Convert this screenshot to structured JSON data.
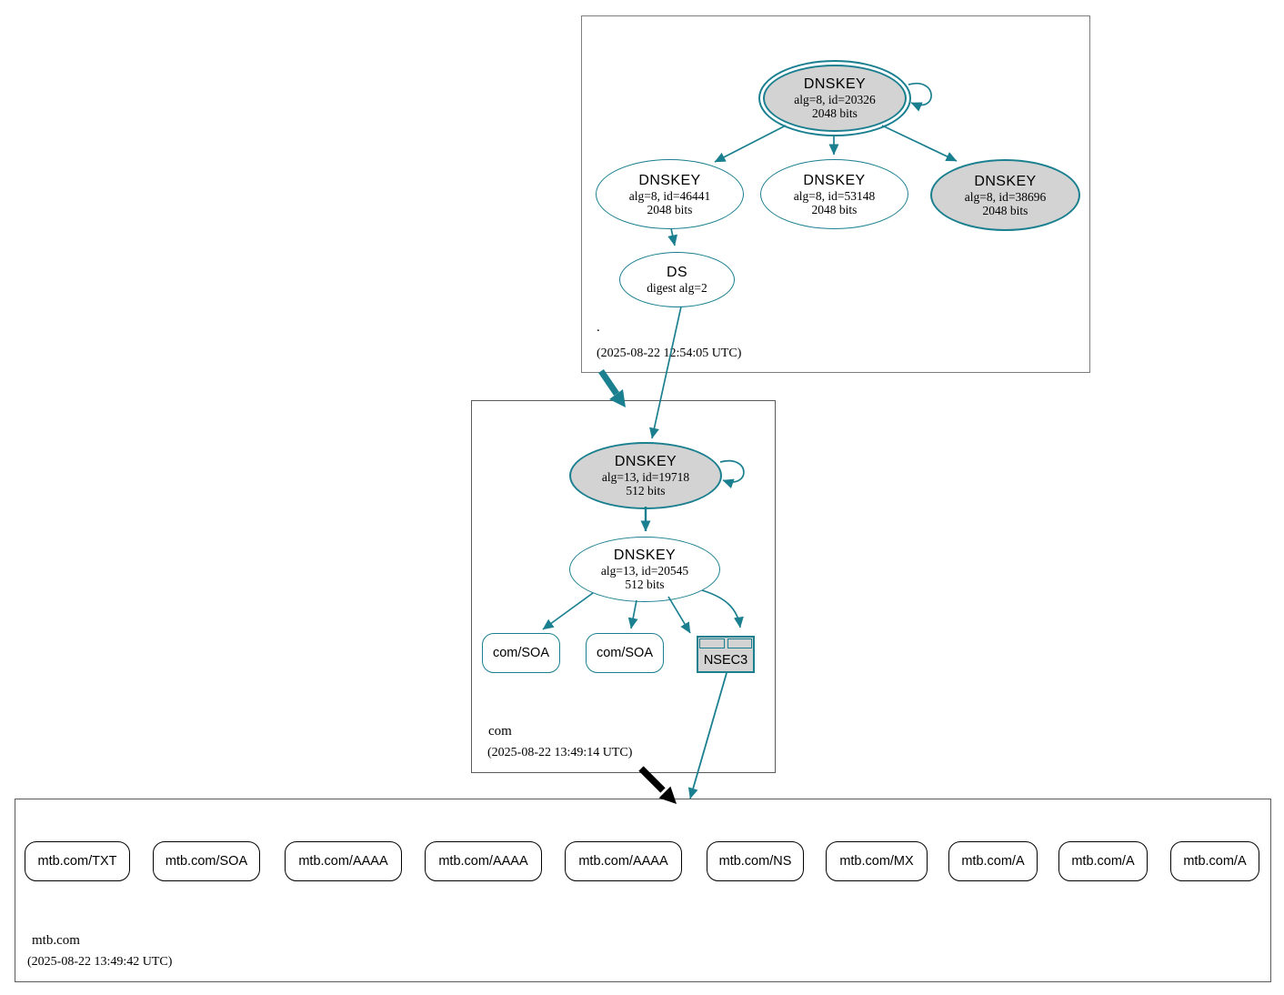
{
  "diagram_type": "dnssec-authentication-chain",
  "colors": {
    "secure_teal": "#1a7f8f",
    "insecure_black": "#000000",
    "node_fill_gray": "#d3d3d3",
    "zone_box_border": "#7d7d7d",
    "background": "#ffffff"
  },
  "root_zone": {
    "label": ".",
    "timestamp": "(2025-08-22 12:54:05 UTC)",
    "ksk": {
      "title": "DNSKEY",
      "detail": "alg=8, id=20326",
      "bits": "2048 bits"
    },
    "zsk1": {
      "title": "DNSKEY",
      "detail": "alg=8, id=46441",
      "bits": "2048 bits"
    },
    "zsk2": {
      "title": "DNSKEY",
      "detail": "alg=8, id=53148",
      "bits": "2048 bits"
    },
    "zsk3": {
      "title": "DNSKEY",
      "detail": "alg=8, id=38696",
      "bits": "2048 bits"
    },
    "ds": {
      "title": "DS",
      "detail": "digest alg=2"
    }
  },
  "com_zone": {
    "label": "com",
    "timestamp": "(2025-08-22 13:49:14 UTC)",
    "ksk": {
      "title": "DNSKEY",
      "detail": "alg=13, id=19718",
      "bits": "512 bits"
    },
    "zsk": {
      "title": "DNSKEY",
      "detail": "alg=13, id=20545",
      "bits": "512 bits"
    },
    "soa1": {
      "label": "com/SOA"
    },
    "soa2": {
      "label": "com/SOA"
    },
    "nsec3": {
      "label": "NSEC3"
    }
  },
  "mtb_zone": {
    "label": "mtb.com",
    "timestamp": "(2025-08-22 13:49:42 UTC)",
    "rrsets": [
      {
        "label": "mtb.com/TXT"
      },
      {
        "label": "mtb.com/SOA"
      },
      {
        "label": "mtb.com/AAAA"
      },
      {
        "label": "mtb.com/AAAA"
      },
      {
        "label": "mtb.com/AAAA"
      },
      {
        "label": "mtb.com/NS"
      },
      {
        "label": "mtb.com/MX"
      },
      {
        "label": "mtb.com/A"
      },
      {
        "label": "mtb.com/A"
      },
      {
        "label": "mtb.com/A"
      }
    ]
  }
}
